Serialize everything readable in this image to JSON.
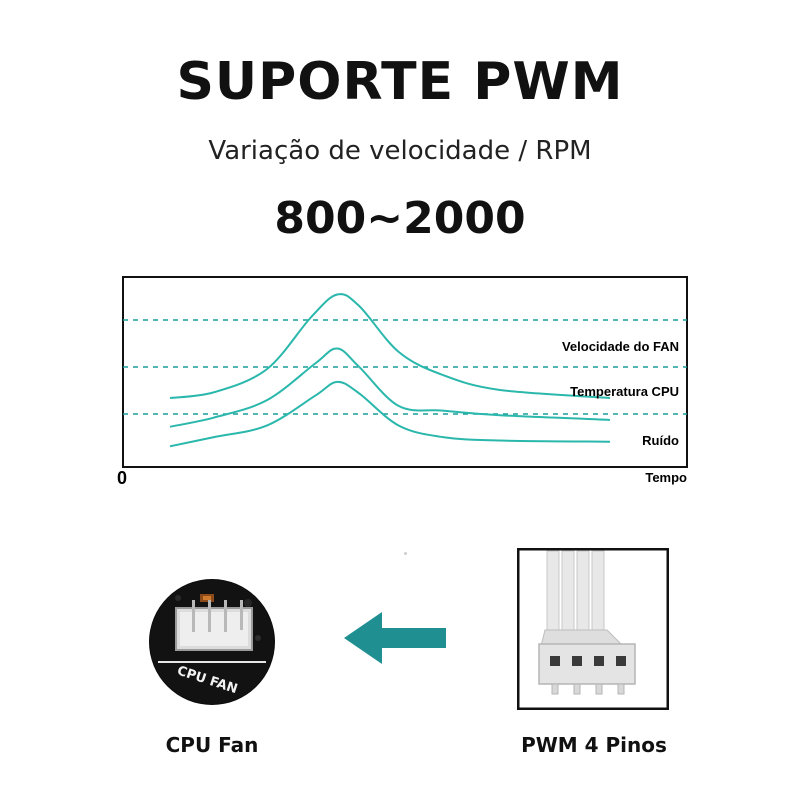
{
  "header": {
    "title": "SUPORTE PWM",
    "subtitle": "Variação de velocidade / RPM",
    "range": "800~2000"
  },
  "colors": {
    "curve": "#2ab7ac",
    "dashed": "#1a9e9a",
    "arrow": "#1f8f91",
    "frame": "#111111"
  },
  "chart_data": {
    "type": "line",
    "xlabel": "Tempo",
    "origin_label": "0",
    "grid": "dashed horizontal",
    "series": [
      {
        "name": "Velocidade do FAN",
        "x": [
          0,
          10,
          22,
          32,
          38,
          43,
          52,
          62,
          75,
          100
        ],
        "y": [
          6.0,
          6.5,
          8.5,
          13.0,
          15.0,
          14.0,
          10.0,
          8.0,
          6.7,
          6.0
        ]
      },
      {
        "name": "Temperatura CPU",
        "x": [
          0,
          10,
          22,
          33,
          38,
          43,
          52,
          62,
          75,
          100
        ],
        "y": [
          3.5,
          4.3,
          5.8,
          9.0,
          10.3,
          8.7,
          5.3,
          4.9,
          4.5,
          4.1
        ]
      },
      {
        "name": "Ruído",
        "x": [
          0,
          10,
          22,
          33,
          38,
          43,
          52,
          62,
          75,
          100
        ],
        "y": [
          1.8,
          2.6,
          3.6,
          6.2,
          7.4,
          6.4,
          3.6,
          2.6,
          2.3,
          2.2
        ]
      }
    ]
  },
  "connectors": {
    "cpu_label": "CPU Fan",
    "cpu_photo_text": "CPU FAN",
    "pwm_label": "PWM 4 Pinos"
  }
}
